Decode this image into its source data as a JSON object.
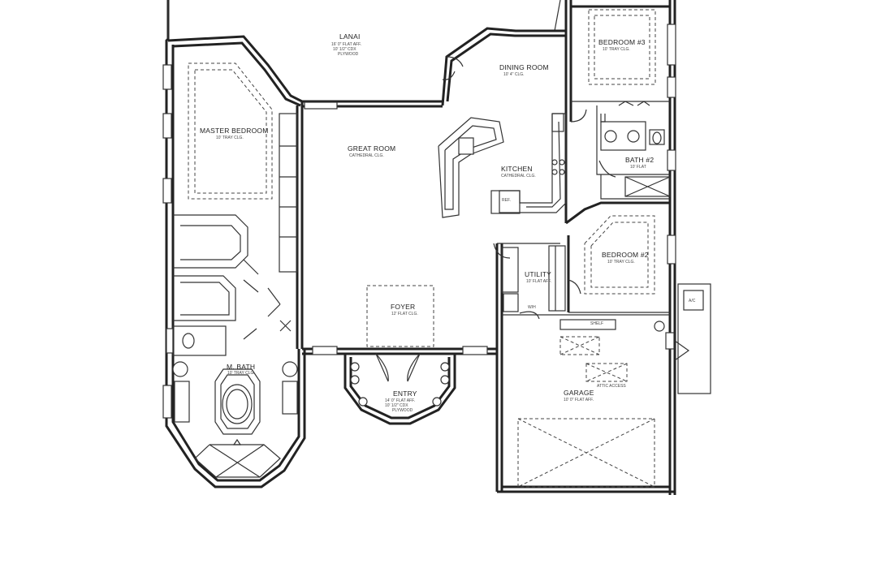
{
  "rooms": {
    "lanai": {
      "name": "LANAI",
      "spec1": "16' 0\" FLAT AFF.",
      "spec2": "10' 1/2\" CDX",
      "spec3": "PLYWOOD"
    },
    "dining": {
      "name": "DINING ROOM",
      "spec1": "10' 4\" CLG."
    },
    "bedroom3": {
      "name": "BEDROOM #3",
      "spec1": "10' TRAY CLG."
    },
    "master": {
      "name": "MASTER BEDROOM",
      "spec1": "10' TRAY CLG."
    },
    "great": {
      "name": "GREAT ROOM",
      "spec1": "CATHEDRAL CLG."
    },
    "kitchen": {
      "name": "KITCHEN",
      "spec1": "CATHEDRAL CLG."
    },
    "bath2": {
      "name": "BATH #2",
      "spec1": "10' FLAT"
    },
    "bedroom2": {
      "name": "BEDROOM #2",
      "spec1": "10' TRAY CLG."
    },
    "utility": {
      "name": "UTILITY",
      "spec1": "10' FLAT AFF."
    },
    "foyer": {
      "name": "FOYER",
      "spec1": "12' FLAT CLG."
    },
    "mbath": {
      "name": "M. BATH",
      "spec1": "10' TRAY CLG."
    },
    "entry": {
      "name": "ENTRY",
      "spec1": "14' 0\" FLAT AFF.",
      "spec2": "10' 1/2\" CDX",
      "spec3": "PLYWOOD"
    },
    "garage": {
      "name": "GARAGE",
      "spec1": "10' 0\" FLAT AFF."
    },
    "attic": {
      "name": "ATTIC ACCESS"
    },
    "ac": {
      "name": "A/C"
    },
    "ref": {
      "name": "REF."
    },
    "wh": {
      "name": "W/H"
    },
    "shelf": {
      "name": "SHELF"
    }
  }
}
